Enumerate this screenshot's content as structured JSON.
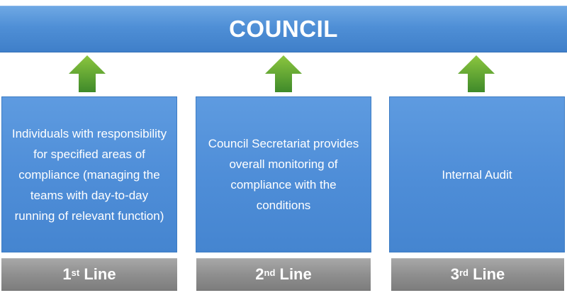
{
  "banner": {
    "title": "COUNCIL"
  },
  "columns": [
    {
      "description": "Individuals with responsibility for specified areas of compliance (managing the teams with day-to-day running of relevant function)",
      "line_number": "1",
      "line_suffix": "st",
      "line_word": " Line"
    },
    {
      "description": "Council Secretariat provides overall monitoring of compliance with the conditions",
      "line_number": "2",
      "line_suffix": "nd",
      "line_word": " Line"
    },
    {
      "description": "Internal Audit",
      "line_number": "3",
      "line_suffix": "rd",
      "line_word": " Line"
    }
  ],
  "colors": {
    "banner": "#4f8fd6",
    "box": "#4f8ed8",
    "label": "#8f8f8f",
    "arrow": "#5a9e2f"
  }
}
